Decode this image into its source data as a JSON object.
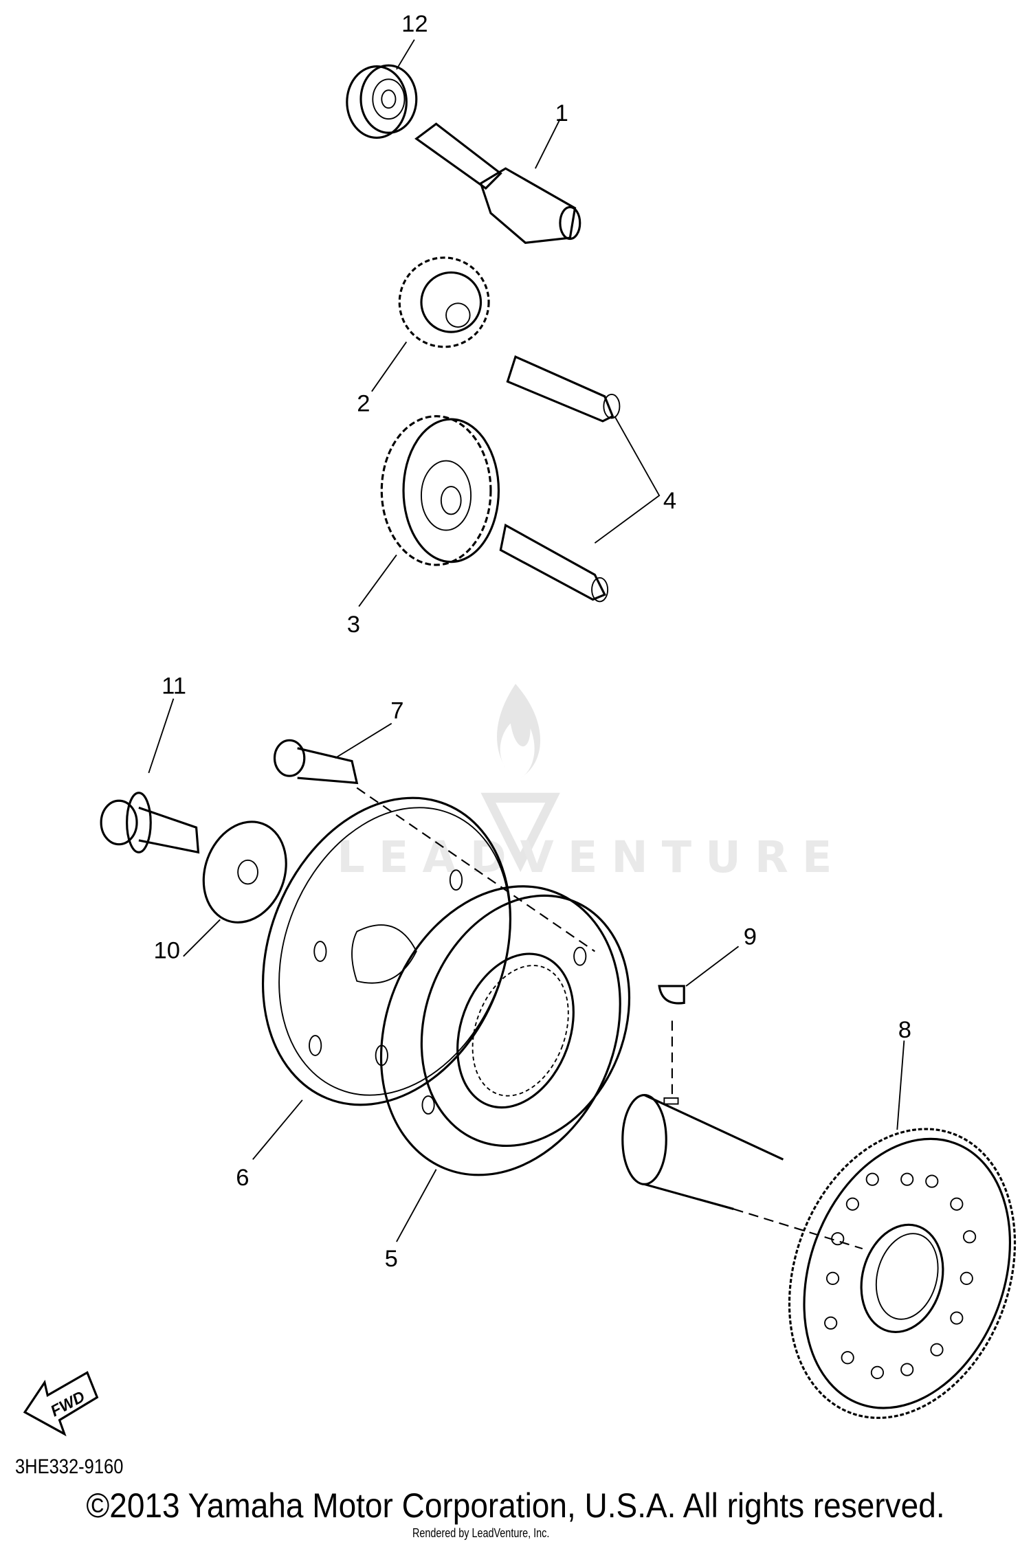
{
  "diagram": {
    "callouts": {
      "c1": "1",
      "c2": "2",
      "c3": "3",
      "c4": "4",
      "c5": "5",
      "c6": "6",
      "c7": "7",
      "c8": "8",
      "c9": "9",
      "c10": "10",
      "c11": "11",
      "c12": "12"
    },
    "fwd_arrow": "FWD",
    "watermark": "LEADVENTURE"
  },
  "footer": {
    "part_number": "3HE332-9160",
    "copyright": "©2013 Yamaha Motor Corporation, U.S.A. All rights reserved.",
    "rendered_by": "Rendered by LeadVenture, Inc."
  }
}
